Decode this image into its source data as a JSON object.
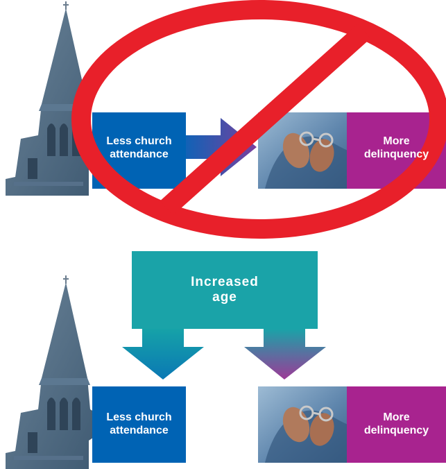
{
  "top_diagram": {
    "cause_box": {
      "line1": "Less church",
      "line2": "attendance"
    },
    "effect_box": {
      "line1": "More",
      "line2": "delinquency"
    },
    "prohibition_symbol": "no-sign"
  },
  "bottom_diagram": {
    "common_cause_box": {
      "line1": "Increased",
      "line2": "age"
    },
    "cause_box": {
      "line1": "Less church",
      "line2": "attendance"
    },
    "effect_box": {
      "line1": "More",
      "line2": "delinquency"
    }
  },
  "colors": {
    "blue_box": "#0063b4",
    "magenta_box": "#a8238f",
    "teal_box": "#1aa3a8",
    "no_sign_red": "#e8202a",
    "church_stone": "#4e6a82"
  },
  "images": [
    "church-steeple",
    "handcuffed-hands"
  ]
}
